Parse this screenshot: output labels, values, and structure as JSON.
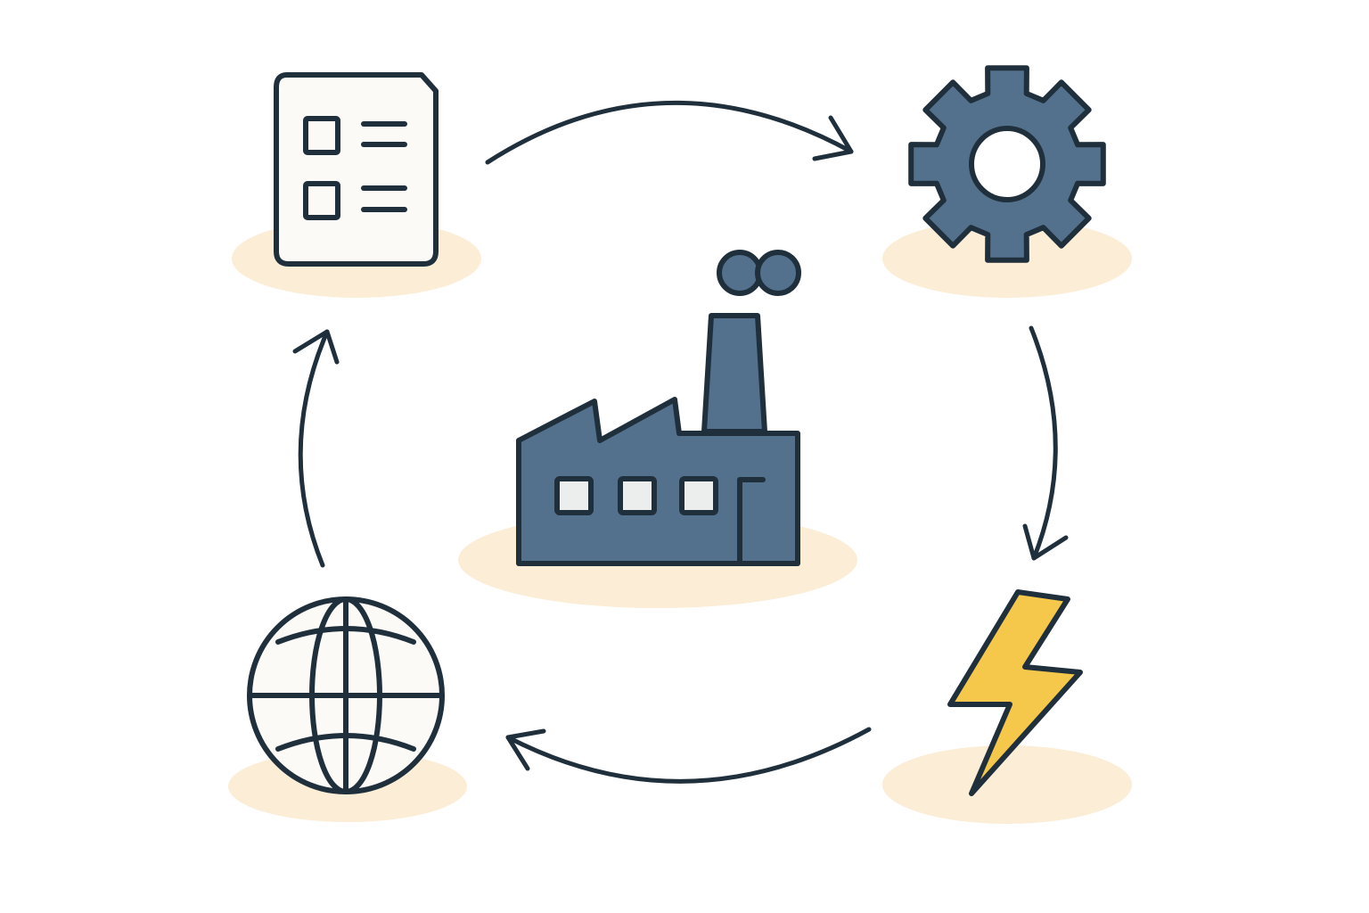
{
  "diagram": {
    "type": "cycle",
    "center_node": {
      "icon": "factory-icon"
    },
    "nodes": [
      {
        "icon": "checklist-document-icon"
      },
      {
        "icon": "gear-icon"
      },
      {
        "icon": "lightning-bolt-icon"
      },
      {
        "icon": "globe-icon"
      }
    ],
    "flow": [
      {
        "from": "checklist-document-icon",
        "to": "gear-icon",
        "direction": "clockwise"
      },
      {
        "from": "gear-icon",
        "to": "lightning-bolt-icon",
        "direction": "clockwise"
      },
      {
        "from": "lightning-bolt-icon",
        "to": "globe-icon",
        "direction": "clockwise"
      },
      {
        "from": "globe-icon",
        "to": "checklist-document-icon",
        "direction": "clockwise"
      }
    ]
  },
  "colors": {
    "outline": "#1f2f3c",
    "factory_fill": "#53708c",
    "gear_fill": "#53708c",
    "bolt_fill": "#f5c84c",
    "shadow": "#fbedd6",
    "paper": "#fbfaf7",
    "window": "#eceeed"
  }
}
